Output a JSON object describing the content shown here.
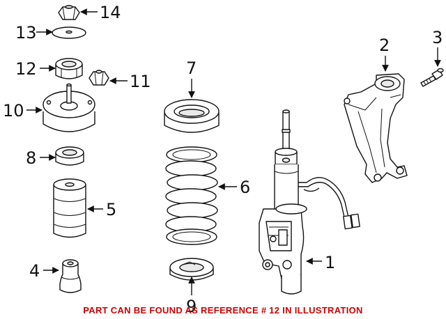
{
  "diagram": {
    "callouts": [
      {
        "id": "14",
        "label": "14"
      },
      {
        "id": "13",
        "label": "13"
      },
      {
        "id": "12",
        "label": "12"
      },
      {
        "id": "11",
        "label": "11"
      },
      {
        "id": "10",
        "label": "10"
      },
      {
        "id": "8",
        "label": "8"
      },
      {
        "id": "5",
        "label": "5"
      },
      {
        "id": "4",
        "label": "4"
      },
      {
        "id": "7",
        "label": "7"
      },
      {
        "id": "6",
        "label": "6"
      },
      {
        "id": "9",
        "label": "9"
      },
      {
        "id": "1",
        "label": "1"
      },
      {
        "id": "2",
        "label": "2"
      },
      {
        "id": "3",
        "label": "3"
      }
    ],
    "note": "PART CAN BE FOUND AS REFERENCE # 12 IN ILLUSTRATION",
    "note_color": "#d00000"
  }
}
